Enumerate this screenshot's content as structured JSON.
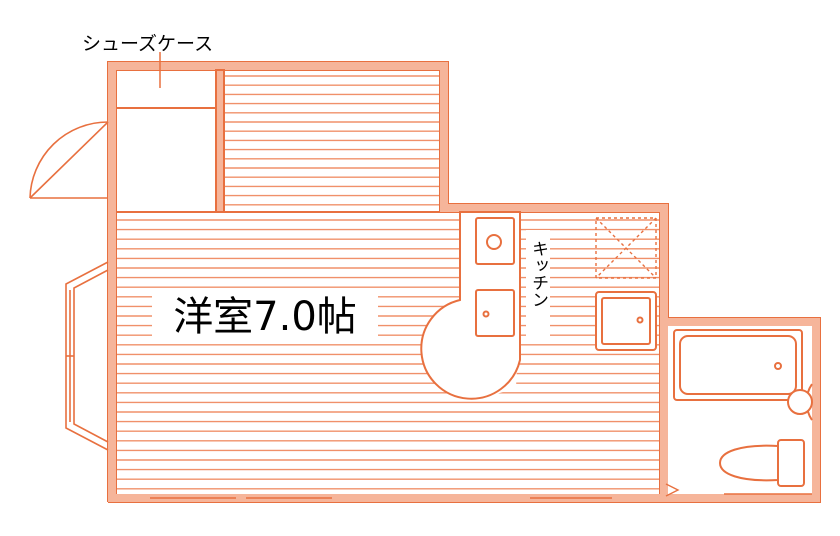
{
  "labels": {
    "shoe_case": "シューズケース",
    "room": "洋室7.0帖",
    "kitchen": "キッチン"
  },
  "colors": {
    "wall": "#f08a5d",
    "wall_line": "#e8703f",
    "floor_line": "#f0906a",
    "fixture": "#e87a4f"
  }
}
